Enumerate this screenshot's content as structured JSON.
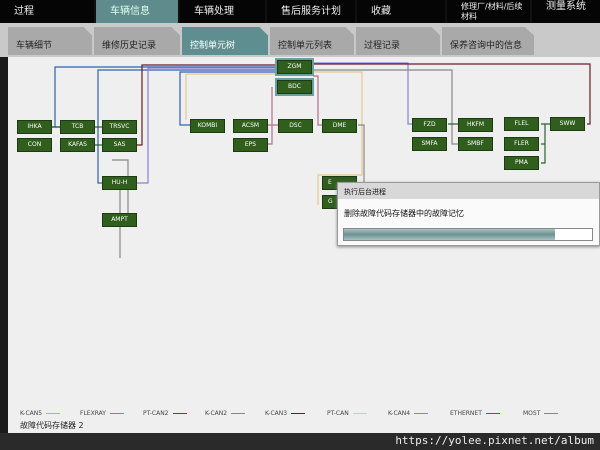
{
  "top_tabs": [
    "过程",
    "车辆信息",
    "车辆处理",
    "售后服务计划",
    "收藏",
    "修理厂/材料/后续材料",
    "测量系统"
  ],
  "sub_tabs": [
    "车辆细节",
    "维修历史记录",
    "控制单元树",
    "控制单元列表",
    "过程记录",
    "保养咨询中的信息"
  ],
  "nodes": {
    "zgm": "ZGM",
    "bdc": "BDC",
    "ihka": "IHKA",
    "con": "CON",
    "tcb": "TCB",
    "kafas": "KAFAS",
    "trsvc": "TRSVC",
    "sas": "SAS",
    "huh": "HU-H",
    "ampt": "AMPT",
    "kombi": "KOMBI",
    "acsm": "ACSM",
    "eps": "EPS",
    "dsc": "DSC",
    "dme": "DME",
    "e": "E",
    "g": "G",
    "fzd": "FZD",
    "smfa": "SMFA",
    "hkfm": "HKFM",
    "smbf": "SMBF",
    "flel": "FLEL",
    "fler": "FLER",
    "pma": "PMA",
    "sww": "SWW"
  },
  "dialog": {
    "title": "执行后台进程",
    "message": "删除故障代码存储器中的故障记忆",
    "progress": 0.85
  },
  "legend": [
    {
      "label": "K-CAN5",
      "color": "#a8c060"
    },
    {
      "label": "FLEXRAY",
      "color": "#b07090"
    },
    {
      "label": "PT-CAN2",
      "color": "#2f5e3a"
    },
    {
      "label": "K-CAN2",
      "color": "#888888"
    },
    {
      "label": "K-CAN3",
      "color": "#6a1a2a"
    },
    {
      "label": "PT-CAN",
      "color": "#e8c88a"
    },
    {
      "label": "K-CAN4",
      "color": "#8a80d8"
    },
    {
      "label": "ETHERNET",
      "color": "#3060b0"
    },
    {
      "label": "MOST",
      "color": "#60a060"
    }
  ],
  "footer": "故障代码存储器  2",
  "watermark": "https://yolee.pixnet.net/album"
}
